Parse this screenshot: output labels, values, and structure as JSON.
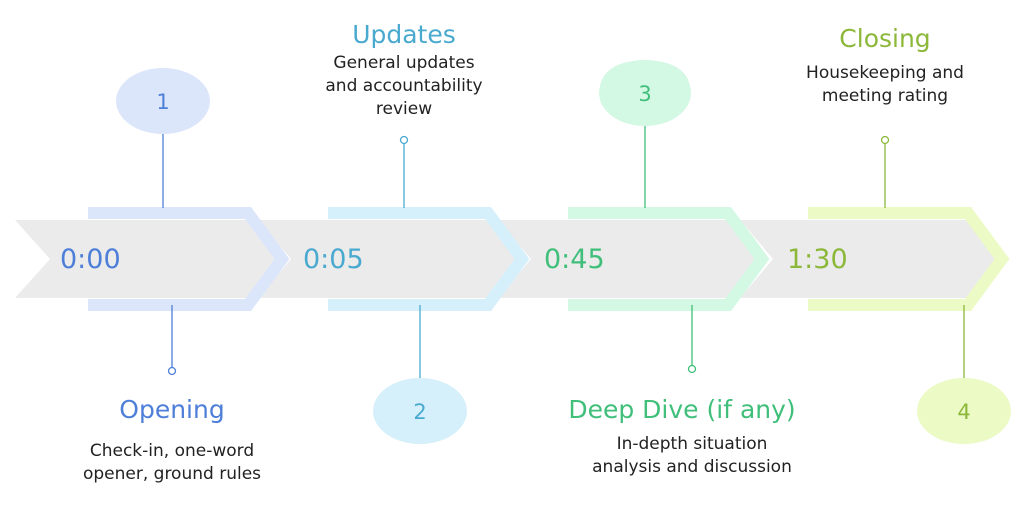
{
  "colors": {
    "band": "#ebebeb",
    "blue": "#4e7fd8",
    "blue_light": "#dce6fb",
    "cyan": "#4aa9cf",
    "cyan_light": "#d6f0fb",
    "green": "#3fbf7a",
    "green_light": "#d3f8e4",
    "lime": "#8cb83a",
    "lime_light": "#ecfac6"
  },
  "stages": [
    {
      "number": "1",
      "time": "0:00",
      "title": "Opening",
      "description": [
        "Check-in, one-word",
        "opener, ground rules"
      ]
    },
    {
      "number": "2",
      "time": "0:05",
      "title": "Updates",
      "description": [
        "General updates",
        "and accountability",
        "review"
      ]
    },
    {
      "number": "3",
      "time": "0:45",
      "title": "Deep Dive (if any)",
      "description": [
        "In-depth situation",
        "analysis and discussion"
      ]
    },
    {
      "number": "4",
      "time": "1:30",
      "title": "Closing",
      "description": [
        "Housekeeping and",
        "meeting rating"
      ]
    }
  ]
}
